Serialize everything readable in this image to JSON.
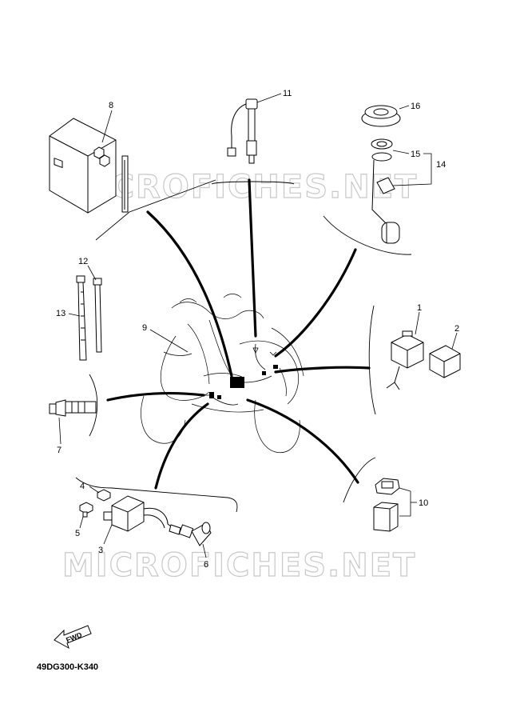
{
  "diagram_code": "49DG300-K340",
  "watermark_text": "MICROFICHES.NET",
  "fwd_label": "FWD",
  "callouts": {
    "c1": "1",
    "c2": "2",
    "c3": "3",
    "c4": "4",
    "c5": "5",
    "c6": "6",
    "c7": "7",
    "c8": "8",
    "c9": "9",
    "c10": "10",
    "c11": "11",
    "c12": "12",
    "c13": "13",
    "c14": "14",
    "c15": "15",
    "c16": "16"
  },
  "icons": {
    "battery": "battery-icon",
    "neutral_switch": "sensor-icon",
    "fuel_sender": "fuel-sender-icon",
    "cable_tie": "cable-tie-icon",
    "relay": "relay-icon",
    "ignition_coil": "ignition-coil-icon",
    "plug_cap": "plug-cap-icon",
    "fuse": "fuse-icon",
    "scooter": "scooter-outline-icon",
    "forward_arrow": "forward-arrow-icon"
  }
}
